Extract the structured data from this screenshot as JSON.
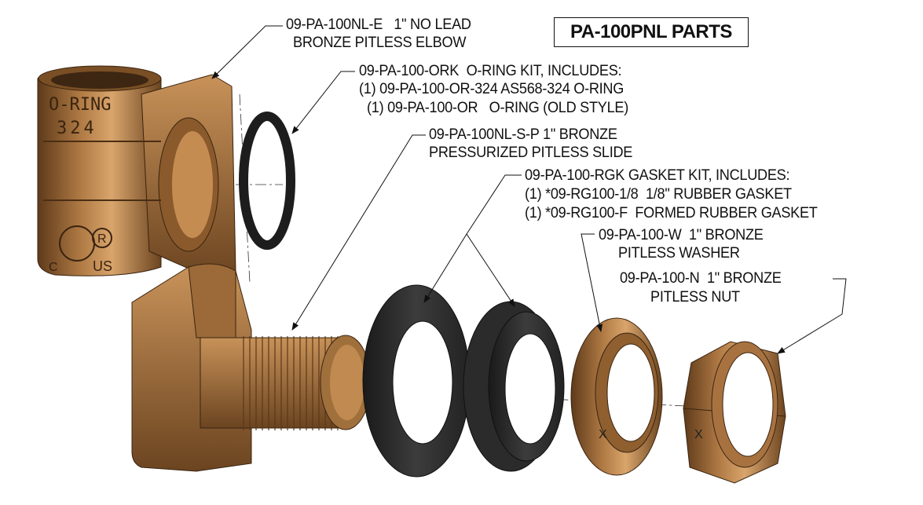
{
  "title": "PA-100PNL PARTS",
  "labels": {
    "elbow": {
      "line1": "09-PA-100NL-E   1\" NO LEAD",
      "line2": "BRONZE PITLESS ELBOW"
    },
    "oring_kit": {
      "line1": "09-PA-100-ORK  O-RING KIT, INCLUDES:",
      "line2": "(1) 09-PA-100-OR-324 AS568-324 O-RING",
      "line3": "(1) 09-PA-100-OR   O-RING (OLD STYLE)"
    },
    "slide": {
      "line1": "09-PA-100NL-S-P 1\" BRONZE",
      "line2": "PRESSURIZED PITLESS SLIDE"
    },
    "gasket_kit": {
      "line1": "09-PA-100-RGK GASKET KIT, INCLUDES:",
      "line2": "(1) *09-RG100-1/8  1/8\" RUBBER GASKET",
      "line3": "(1) *09-RG100-F  FORMED RUBBER GASKET"
    },
    "washer": {
      "line1": "09-PA-100-W  1\" BRONZE",
      "line2": "PITLESS WASHER"
    },
    "nut": {
      "line1": "09-PA-100-N  1\" BRONZE",
      "line2": "PITLESS NUT"
    }
  },
  "part_markings": {
    "elbow_oring": "O-RING",
    "elbow_size": "324",
    "cert_c": "C",
    "cert_us": "US",
    "cert_r": "R",
    "washer_x": "X",
    "nut_x": "X"
  },
  "colors": {
    "bronze": "#a8743f",
    "bronze_dark": "#6b4420",
    "rubber": "#2a2a2a"
  }
}
